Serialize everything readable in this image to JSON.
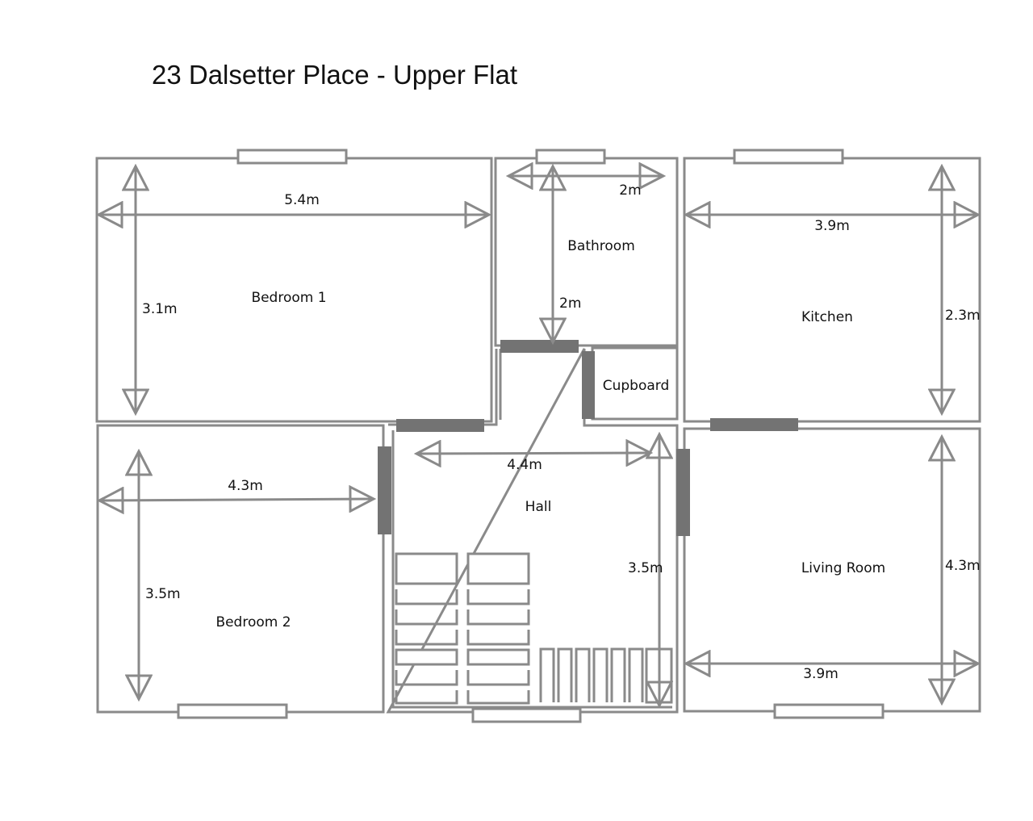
{
  "title": "23 Dalsetter Place - Upper Flat",
  "colors": {
    "wall": "#8a8a8a",
    "door": "#737373",
    "text": "#111111",
    "background": "#ffffff"
  },
  "rooms": {
    "bedroom1": {
      "name": "Bedroom 1",
      "width": "5.4m",
      "depth": "3.1m"
    },
    "bathroom": {
      "name": "Bathroom",
      "width": "2m",
      "depth": "2m"
    },
    "kitchen": {
      "name": "Kitchen",
      "width": "3.9m",
      "depth": "2.3m"
    },
    "cupboard": {
      "name": "Cupboard"
    },
    "bedroom2": {
      "name": "Bedroom 2",
      "width": "4.3m",
      "depth": "3.5m"
    },
    "hall": {
      "name": "Hall",
      "width": "4.4m",
      "depth": "3.5m"
    },
    "living": {
      "name": "Living Room",
      "width": "3.9m",
      "depth": "4.3m"
    }
  }
}
